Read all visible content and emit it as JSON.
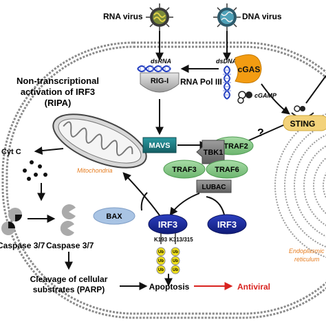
{
  "viruses": {
    "rna": "RNA virus",
    "dna": "DNA virus"
  },
  "nucleic_acids": {
    "dsrna": "dsRNA",
    "dsdna": "dsDNA",
    "cgamp": "cGAMP"
  },
  "proteins": {
    "rig_i": "RIG-I",
    "rna_pol_iii": "RNA Pol III",
    "cgas": "cGAS",
    "mavs": "MAVS",
    "sting": "STING",
    "tbk1": "TBK1",
    "traf2": "TRAF2",
    "traf3": "TRAF3",
    "traf6": "TRAF6",
    "lubac": "LUBAC",
    "irf3_left": "IRF3",
    "irf3_right": "IRF3",
    "bax": "BAX"
  },
  "ripa": {
    "line1": "Non-transcriptional",
    "line2": "activation of IRF3",
    "line3": "(RIPA)"
  },
  "organelles": {
    "mitochondria": "Mitochondria",
    "er_line1": "Endoplasmic",
    "er_line2": "reticulum"
  },
  "labels": {
    "cyt_c": "Cyt C",
    "caspase_left": "Caspase 3/7",
    "caspase_right": "Caspase 3/7",
    "cleavage_line1": "Cleavage of cellular",
    "cleavage_line2": "substrates (PARP)",
    "apoptosis": "Apoptosis",
    "antiviral": "Antiviral",
    "question": "?",
    "k193": "K193",
    "k313": "K313/315",
    "ub": "Ub"
  },
  "colors": {
    "green": "#88c98a",
    "teal": "#1f7f86",
    "navy": "#1a2a9c",
    "bax": "#a9c4e4",
    "ub": "#f2e21a",
    "cgas": "#f39c12",
    "sting": "#f3d27a",
    "antiviral": "#d9231f",
    "orange_text": "#e67e22"
  }
}
